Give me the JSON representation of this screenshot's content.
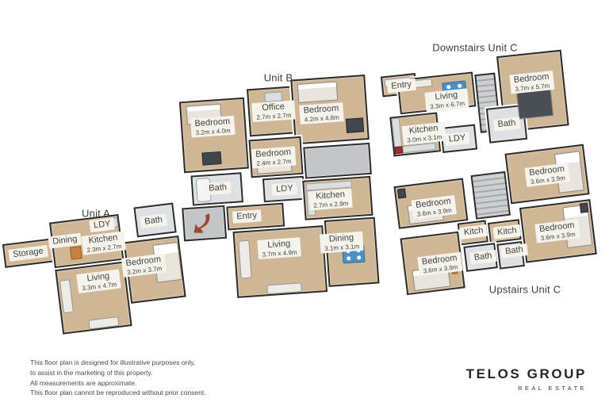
{
  "colors": {
    "page": "#ffffff",
    "floor": "#cfb795",
    "tile": "#dde1e3",
    "deck": "#c3c6c7",
    "outline": "#2d2d2d",
    "labelBg": "#f6f3ec",
    "text": "#424242",
    "blue": "#4d8fc2",
    "red": "#9e4734"
  },
  "units": [
    {
      "title": "Unit A",
      "rooms": [
        {
          "name": "Storage",
          "dims": ""
        },
        {
          "name": "Dining",
          "dims": ""
        },
        {
          "name": "LDY",
          "dims": ""
        },
        {
          "name": "Kitchen",
          "dims": "2.3m x 2.7m"
        },
        {
          "name": "Bath",
          "dims": ""
        },
        {
          "name": "Living",
          "dims": "3.3m x 4.7m"
        },
        {
          "name": "Bedroom",
          "dims": "3.2m x 3.7m"
        }
      ]
    },
    {
      "title": "Unit B",
      "rooms": [
        {
          "name": "Bedroom",
          "dims": "3.2m x 4.0m"
        },
        {
          "name": "Office",
          "dims": "2.7m x 2.7m"
        },
        {
          "name": "Bedroom",
          "dims": "4.2m x 4.8m"
        },
        {
          "name": "Bedroom",
          "dims": "2.4m x 2.7m"
        },
        {
          "name": "Bath",
          "dims": ""
        },
        {
          "name": "LDY",
          "dims": ""
        },
        {
          "name": "Kitchen",
          "dims": "2.7m x 2.9m"
        },
        {
          "name": "Entry",
          "dims": ""
        },
        {
          "name": "Living",
          "dims": "3.7m x 4.9m"
        },
        {
          "name": "Dining",
          "dims": "3.1m x 3.1m"
        }
      ]
    },
    {
      "title": "Downstairs Unit C",
      "rooms": [
        {
          "name": "Entry",
          "dims": ""
        },
        {
          "name": "Living",
          "dims": "3.3m x 6.7m"
        },
        {
          "name": "Bedroom",
          "dims": "3.7m x 5.7m"
        },
        {
          "name": "Kitchen",
          "dims": "3.0m x 3.1m"
        },
        {
          "name": "LDY",
          "dims": ""
        },
        {
          "name": "Bath",
          "dims": ""
        }
      ]
    },
    {
      "title": "Upstairs Unit C",
      "rooms": [
        {
          "name": "Bedroom",
          "dims": "3.6m x 3.9m"
        },
        {
          "name": "Bedroom",
          "dims": "3.6m x 3.9m"
        },
        {
          "name": "Kitch",
          "dims": ""
        },
        {
          "name": "Kitch",
          "dims": ""
        },
        {
          "name": "Bath",
          "dims": ""
        },
        {
          "name": "Bath",
          "dims": ""
        },
        {
          "name": "Bedroom",
          "dims": "3.6m x 3.9m"
        },
        {
          "name": "Bedroom",
          "dims": "3.6m x 3.9m"
        }
      ]
    }
  ],
  "disclaimer": {
    "lines": [
      "This floor plan is designed for illustrative purposes only,",
      "to assist in the marketing of this property.",
      "All measurements are approximate.",
      "This floor plan cannot be reproduced without prior consent."
    ]
  },
  "logo": {
    "name": "TELOS GROUP",
    "tagline": "REAL ESTATE"
  }
}
